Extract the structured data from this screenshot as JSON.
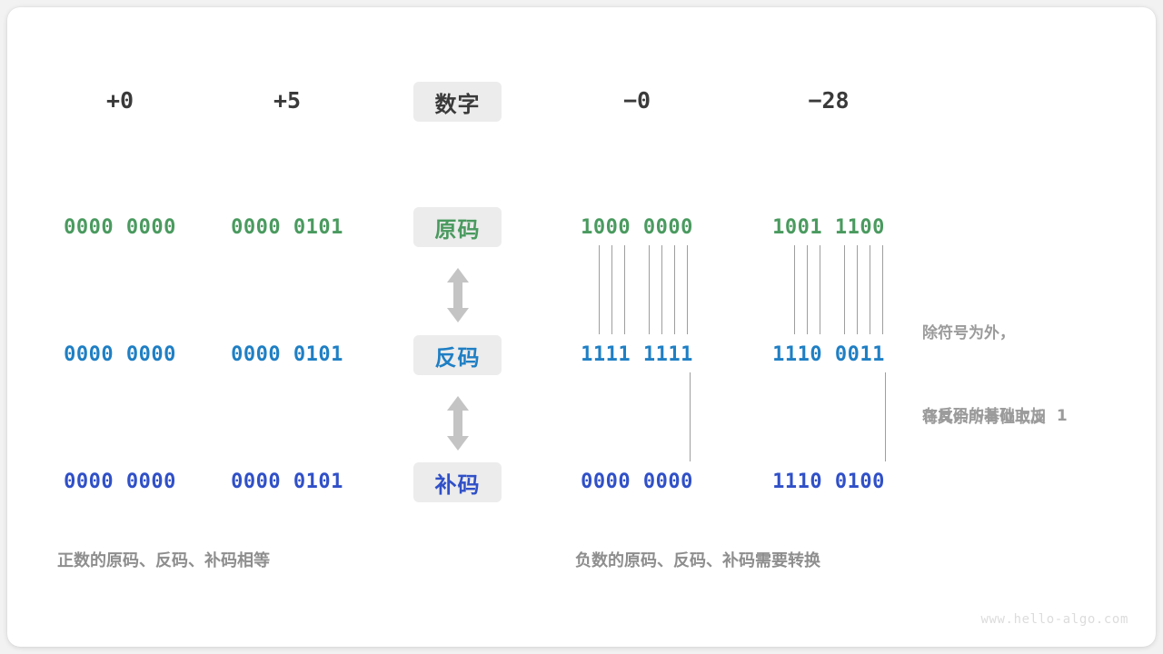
{
  "figure": {
    "watermark": "www.hello-algo.com",
    "colors": {
      "green": "#4a9a5f",
      "blue": "#1f7fc4",
      "indigo": "#3050c8",
      "chip_bg": "#ececec",
      "note_gray": "#9b9b9b",
      "line_gray": "#9e9e9e",
      "card_bg": "#ffffff",
      "page_bg": "#f2f2f2"
    }
  },
  "row_labels": {
    "header": "数字",
    "sign_magnitude": "原码",
    "ones_complement": "反码",
    "twos_complement": "补码"
  },
  "columns": [
    {
      "id": "pos-zero",
      "number": "+0",
      "sign_magnitude": "0000 0000",
      "ones_complement": "0000 0000",
      "twos_complement": "0000 0000"
    },
    {
      "id": "pos-five",
      "number": "+5",
      "sign_magnitude": "0000 0101",
      "ones_complement": "0000 0101",
      "twos_complement": "0000 0101"
    },
    {
      "id": "neg-zero",
      "number": "−0",
      "sign_magnitude": "1000 0000",
      "ones_complement": "1111 1111",
      "twos_complement": "0000 0000"
    },
    {
      "id": "neg-twentyeight",
      "number": "−28",
      "sign_magnitude": "1001 1100",
      "ones_complement": "1110 0011",
      "twos_complement": "1110 0100"
    }
  ],
  "annotations": {
    "invert_bits_line1": "除符号为外，",
    "invert_bits_line2": "将其余所有位取反",
    "add_one": "在反码的基础上加  1"
  },
  "captions": {
    "positive": "正数的原码、反码、补码相等",
    "negative": "负数的原码、反码、补码需要转换"
  }
}
